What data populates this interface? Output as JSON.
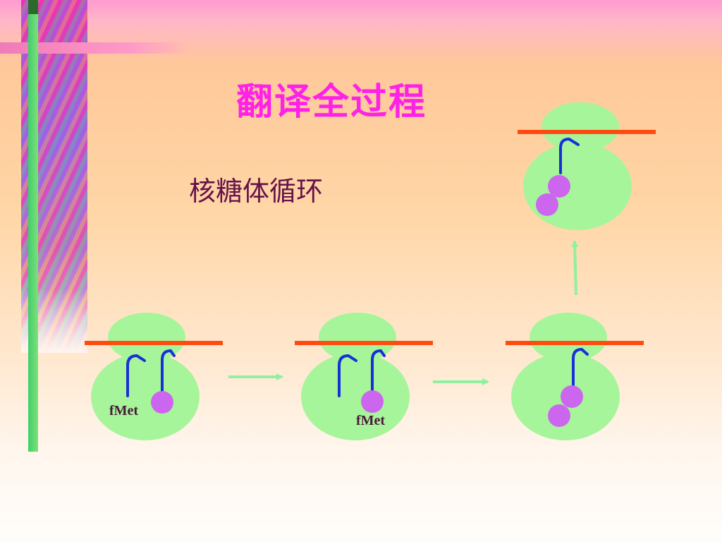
{
  "title": "翻译全过程",
  "subtitle": "核糖体循环",
  "labels": {
    "stage1_fmet": "fMet",
    "stage2_fmet": "fMet"
  }
}
